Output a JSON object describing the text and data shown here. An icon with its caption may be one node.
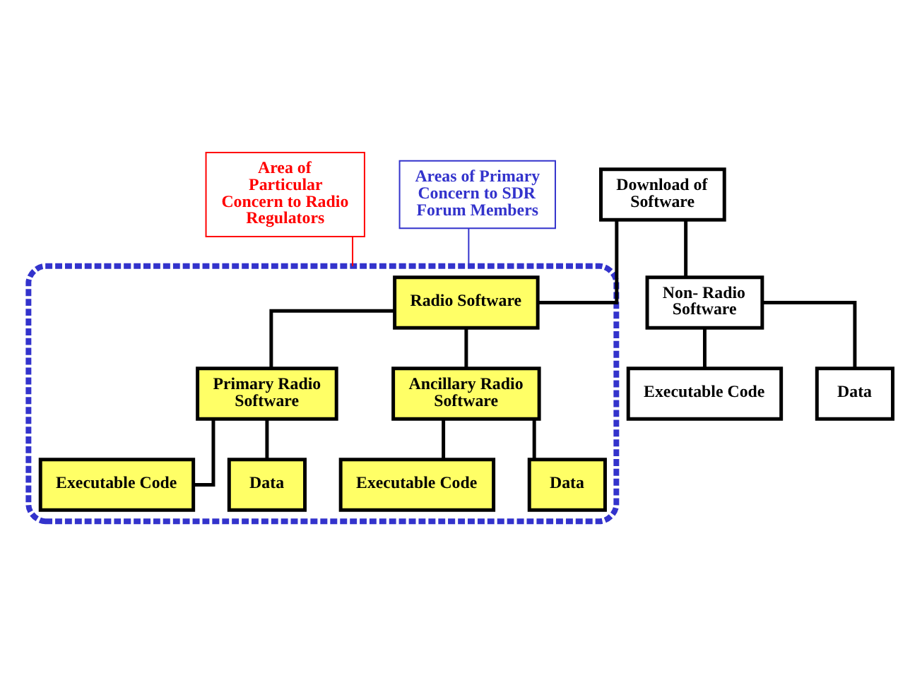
{
  "diagram": {
    "nodes": [
      {
        "text": [
          "Download of Software"
        ]
      },
      {
        "text": [],
        "shape": "cloud"
      },
      {
        "text": [
          "Radio Software"
        ],
        "in": 1
      },
      {
        "text": [
          "Non- Radio Software"
        ]
      },
      {
        "text": [
          "Executable Code"
        ]
      },
      {
        "text": [
          "Data"
        ]
      },
      {
        "text": [
          "Primary Radio Software"
        ],
        "in": 1
      },
      {
        "text": [
          "Ancillary Radio Software"
        ],
        "in": 1
      },
      {
        "text": [
          "Executable Code"
        ],
        "in": 1
      },
      {
        "text": [
          "Data"
        ],
        "in": 1
      },
      {
        "text": [
          "Executable Code"
        ],
        "in": 1
      },
      {
        "text": [
          "Data"
        ],
        "in": 1
      },
      {
        "text": [
          "Area of Particular Concern to Radio Regulators"
        ]
      },
      {
        "text": [
          "Areas of Primary Concern to SDR Forum Members"
        ]
      }
    ],
    "edges": [
      {
        "from": 0,
        "to": 2,
        "arrow": "none"
      },
      {
        "from": 0,
        "to": 3,
        "arrow": "none"
      },
      {
        "from": 3,
        "to": 4,
        "arrow": "none"
      },
      {
        "from": 3,
        "to": 5,
        "arrow": "none"
      },
      {
        "from": 2,
        "to": 6,
        "arrow": "none"
      },
      {
        "from": 2,
        "to": 7,
        "arrow": "none"
      },
      {
        "from": 6,
        "to": 8,
        "arrow": "none"
      },
      {
        "from": 6,
        "to": 9,
        "arrow": "none"
      },
      {
        "from": 7,
        "to": 10,
        "arrow": "none"
      },
      {
        "from": 7,
        "to": 11,
        "arrow": "none"
      },
      {
        "from": 12,
        "to": 1,
        "arrow": "none",
        "color": "#ff0000"
      },
      {
        "from": 13,
        "to": 1,
        "arrow": "none",
        "color": "#3333cc"
      }
    ]
  }
}
